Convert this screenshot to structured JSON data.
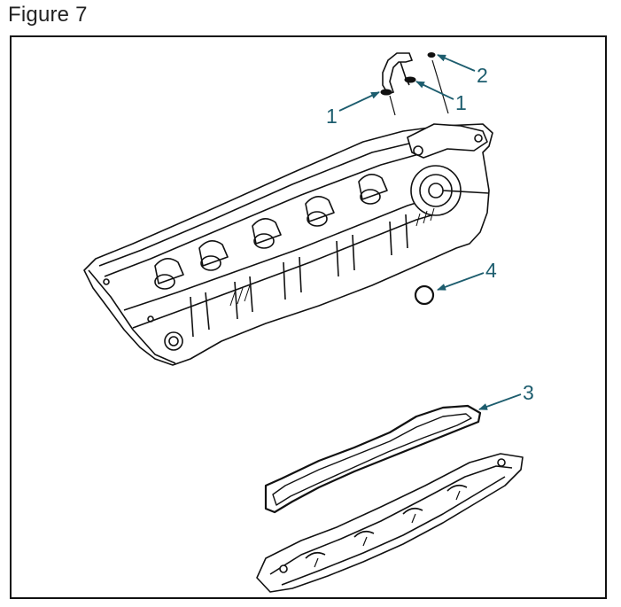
{
  "figure_title": "Figure 7",
  "accent_color": "#1d5d6e",
  "callouts": [
    {
      "id": "callout-1-left",
      "text": "1"
    },
    {
      "id": "callout-1-right",
      "text": "1"
    },
    {
      "id": "callout-2",
      "text": "2"
    },
    {
      "id": "callout-3",
      "text": "3"
    },
    {
      "id": "callout-4",
      "text": "4"
    }
  ]
}
